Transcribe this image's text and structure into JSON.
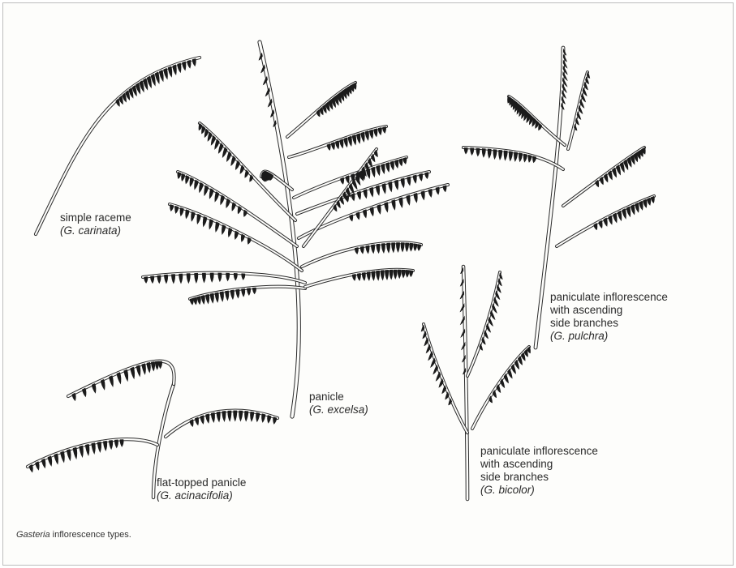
{
  "labels": {
    "raceme": {
      "type": "simple raceme",
      "species": "G. carinata"
    },
    "panicle": {
      "type": "panicle",
      "species": "G. excelsa"
    },
    "flat_topped": {
      "type": "flat-topped panicle",
      "species": "G. acinacifolia"
    },
    "pulchra": {
      "line1": "paniculate inflorescence",
      "line2": "with ascending",
      "line3": "side branches",
      "species": "G. pulchra"
    },
    "bicolor": {
      "line1": "paniculate inflorescence",
      "line2": "with ascending",
      "line3": "side branches",
      "species": "G. bicolor"
    }
  },
  "caption": {
    "genus": "Gasteria",
    "rest": " inflorescence types."
  },
  "colors": {
    "stem_outline": "#2b2b2b",
    "flower": "#1b1b1b",
    "background": "#fdfdfb"
  }
}
